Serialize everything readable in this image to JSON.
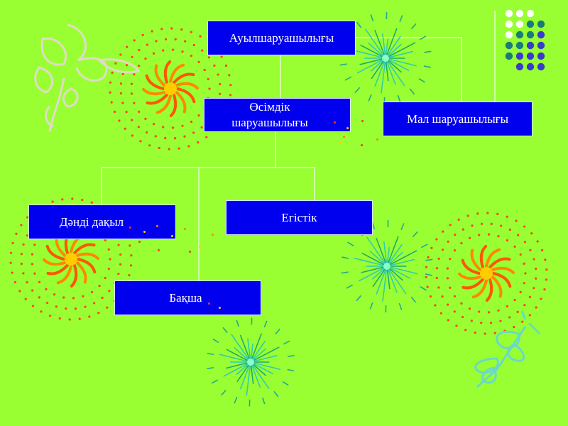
{
  "diagram": {
    "nodes": {
      "root": "Ауылшаруашылығы",
      "plant": "Өсімдік шаруашылығы",
      "livestock": "Мал шаруашылығы",
      "grain": "Дәнді дақыл",
      "field": "Егістік",
      "melon": "Бақша"
    }
  },
  "colors": {
    "background": "#99ff33",
    "box_fill": "#0000ee",
    "box_text": "#ffffff",
    "connector": "#ffffff"
  },
  "decorations": [
    "flower-clipart",
    "orange-burst",
    "teal-starburst",
    "dot-grid",
    "dragonfly-clipart"
  ]
}
